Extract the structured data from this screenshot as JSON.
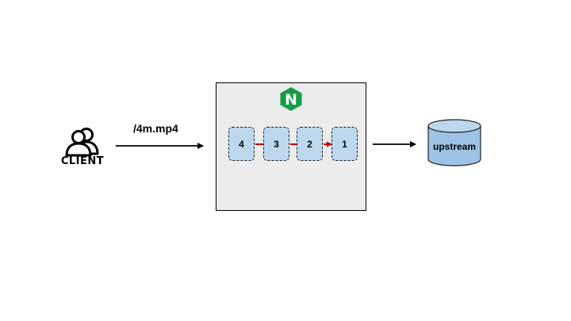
{
  "client": {
    "label": "CLIENT",
    "icon": "users-icon"
  },
  "request": {
    "label": "/4m.mp4"
  },
  "nginx": {
    "logo_letter": "N",
    "logo_icon": "nginx-logo-icon",
    "slots": [
      "4",
      "3",
      "2",
      "1"
    ]
  },
  "upstream": {
    "label": "upstream",
    "icon": "database-cylinder-icon"
  },
  "colors": {
    "slot_fill": "#bdd7ee",
    "box_fill": "#ececec",
    "nginx_green": "#169c48",
    "link_red": "#c00000",
    "cylinder_fill": "#9dc3e6"
  }
}
